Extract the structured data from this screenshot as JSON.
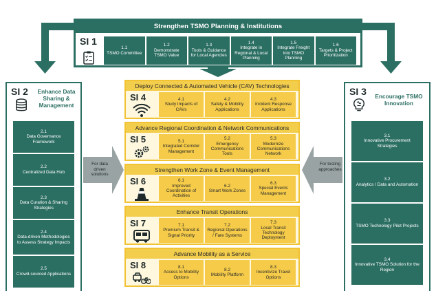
{
  "si1": {
    "title": "Strengthen TSMO Planning & Institutions",
    "tag": "SI 1",
    "icon": "clipboard-checklist-icon",
    "items": [
      {
        "num": "1.1",
        "text": "TSMO Committee"
      },
      {
        "num": "1.2",
        "text": "Demonstrate TSMO Value"
      },
      {
        "num": "1.3",
        "text": "Tools & Guidance for Local Agencies"
      },
      {
        "num": "1.4",
        "text": "Integrate in Regional & Local Planning"
      },
      {
        "num": "1.5",
        "text": "Integrate Freight Into TSMO Planning"
      },
      {
        "num": "1.6",
        "text": "Targets & Project Prioritization"
      }
    ]
  },
  "si2": {
    "tag": "SI 2",
    "title": "Enhance Data Sharing & Management",
    "icon": "database-icon",
    "items": [
      {
        "num": "2.1",
        "text": "Data Governance Framework"
      },
      {
        "num": "2.2",
        "text": "Centralized Data Hub"
      },
      {
        "num": "2.3",
        "text": "Data Curation & Sharing Strategies"
      },
      {
        "num": "2.4",
        "text": "Data-driven Methodologies to Assess Strategy Impacts"
      },
      {
        "num": "2.5",
        "text": "Crowd-sourced Applications"
      }
    ]
  },
  "si3": {
    "tag": "SI 3",
    "title": "Encourage TSMO Innovation",
    "icon": "brain-lightbulb-icon",
    "items": [
      {
        "num": "3.1",
        "text": "Innovative Procurement Strategies"
      },
      {
        "num": "3.2",
        "text": "Analytics / Data and Automation"
      },
      {
        "num": "3.3",
        "text": "TSMO Technology Pilot Projects"
      },
      {
        "num": "3.4",
        "text": "Innovative TSMO Solution for the Region"
      }
    ]
  },
  "arrows": {
    "left_label": "For data driven solutions",
    "right_label": "For testing approaches"
  },
  "center": [
    {
      "tag": "SI 4",
      "title": "Deploy Connected & Automated Vehicle (CAV) Technologies",
      "icon": "wireless-signal-icon",
      "items": [
        {
          "num": "4.1",
          "text": "Study Impacts of CAVs"
        },
        {
          "num": "4.2",
          "text": "Safety & Mobility Applications"
        },
        {
          "num": "4.3",
          "text": "Incident Response Applications"
        }
      ]
    },
    {
      "tag": "SI 5",
      "title": "Advance Regional Coordination & Network Communications",
      "icon": "gears-icon",
      "items": [
        {
          "num": "5.1",
          "text": "Integrated Corridor Management"
        },
        {
          "num": "5.2",
          "text": "Emergency Communications Tools"
        },
        {
          "num": "5.3",
          "text": "Modernize Communications Network"
        }
      ]
    },
    {
      "tag": "SI 6",
      "title": "Strengthen Work Zone & Event Management",
      "icon": "traffic-cone-icon",
      "items": [
        {
          "num": "6.1",
          "text": "Improved Coordination of Activities"
        },
        {
          "num": "6.2",
          "text": "Smart Work Zones"
        },
        {
          "num": "6.3",
          "text": "Special Events Management"
        }
      ]
    },
    {
      "tag": "SI 7",
      "title": "Enhance Transit Operations",
      "icon": "bus-icon",
      "items": [
        {
          "num": "7.1",
          "text": "Premium Transit & Signal Priority"
        },
        {
          "num": "7.2",
          "text": "Regional Operations / Fare Systems"
        },
        {
          "num": "7.3",
          "text": "Local Transit Technology Deployment"
        }
      ]
    },
    {
      "tag": "SI 8",
      "title": "Advance Mobility as a Service",
      "icon": "car-bike-icon",
      "items": [
        {
          "num": "8.1",
          "text": "Access to Mobility Options"
        },
        {
          "num": "8.2",
          "text": "Mobility Platform"
        },
        {
          "num": "8.3",
          "text": "Incentivize Travel Options"
        }
      ]
    }
  ],
  "colors": {
    "teal": "#2b6e62",
    "yellow": "#f5cb49",
    "yellow_border": "#f1c232",
    "yellow_bg": "#fff8df",
    "arrow_gray": "#9aa3a3"
  }
}
